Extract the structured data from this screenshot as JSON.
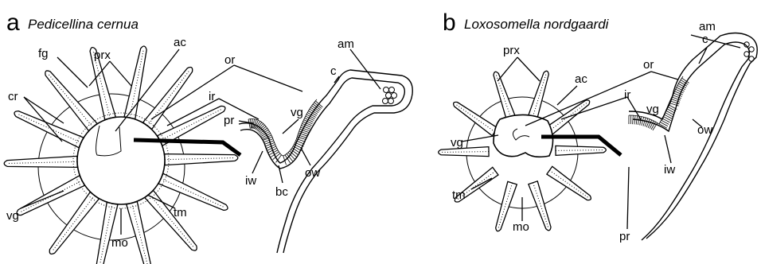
{
  "panels": [
    {
      "letter": "a",
      "title": "Pedicellina cernua",
      "labels": {
        "prx": "prx",
        "ac": "ac",
        "fg": "fg",
        "cr": "cr",
        "or": "or",
        "ir": "ir",
        "pr": "pr",
        "vg": "vg",
        "am": "am",
        "c": "c",
        "iw": "iw",
        "bc": "bc",
        "ow": "ow",
        "tm": "tm",
        "mo": "mo",
        "vg2": "vg"
      }
    },
    {
      "letter": "b",
      "title": "Loxosomella nordgaardi",
      "labels": {
        "prx": "prx",
        "ac": "ac",
        "or": "or",
        "ir": "ir",
        "vg": "vg",
        "am": "am",
        "c": "c",
        "ow": "ow",
        "iw": "iw",
        "pr": "pr",
        "tm": "tm",
        "mo": "mo",
        "vg2": "vg"
      }
    }
  ]
}
